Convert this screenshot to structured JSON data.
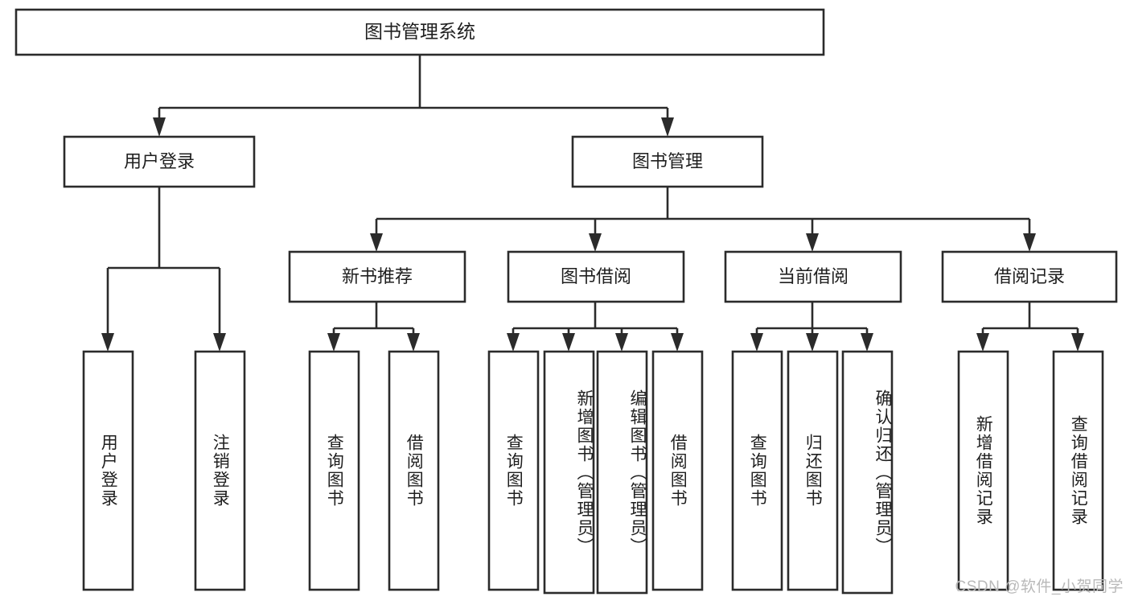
{
  "diagram": {
    "title_node": {
      "label": "图书管理系统"
    },
    "level2": [
      {
        "id": "user-login",
        "label": "用户登录"
      },
      {
        "id": "book-management",
        "label": "图书管理"
      }
    ],
    "level3": [
      {
        "id": "new-book-recommend",
        "label": "新书推荐"
      },
      {
        "id": "book-borrow",
        "label": "图书借阅"
      },
      {
        "id": "current-borrow",
        "label": "当前借阅"
      },
      {
        "id": "borrow-record",
        "label": "借阅记录"
      }
    ],
    "leaves": [
      {
        "id": "leaf-user-login",
        "label": "用户登录",
        "parent": "user-login"
      },
      {
        "id": "leaf-logout-login",
        "label": "注销登录",
        "parent": "user-login"
      },
      {
        "id": "leaf-query-book-1",
        "label": "查询图书",
        "parent": "new-book-recommend"
      },
      {
        "id": "leaf-borrow-book-1",
        "label": "借阅图书",
        "parent": "new-book-recommend"
      },
      {
        "id": "leaf-query-book-2",
        "label": "查询图书",
        "parent": "book-borrow"
      },
      {
        "id": "leaf-add-book",
        "label": "新增图书（管理员）",
        "parent": "book-borrow"
      },
      {
        "id": "leaf-edit-book",
        "label": "编辑图书（管理员）",
        "parent": "book-borrow"
      },
      {
        "id": "leaf-borrow-book-2",
        "label": "借阅图书",
        "parent": "book-borrow"
      },
      {
        "id": "leaf-query-book-3",
        "label": "查询图书",
        "parent": "current-borrow"
      },
      {
        "id": "leaf-return-book",
        "label": "归还图书",
        "parent": "current-borrow"
      },
      {
        "id": "leaf-confirm-return",
        "label": "确认归还（管理员）",
        "parent": "current-borrow"
      },
      {
        "id": "leaf-add-record",
        "label": "新增借阅记录",
        "parent": "borrow-record"
      },
      {
        "id": "leaf-query-record",
        "label": "查询借阅记录",
        "parent": "borrow-record"
      }
    ],
    "watermark": "CSDN @软件_小贺同学",
    "colors": {
      "stroke": "#2b2b2b",
      "box_fill": "#ffffff",
      "text": "#1f1f1f",
      "background": "#ffffff",
      "watermark_text": "#b9b9b9"
    }
  }
}
